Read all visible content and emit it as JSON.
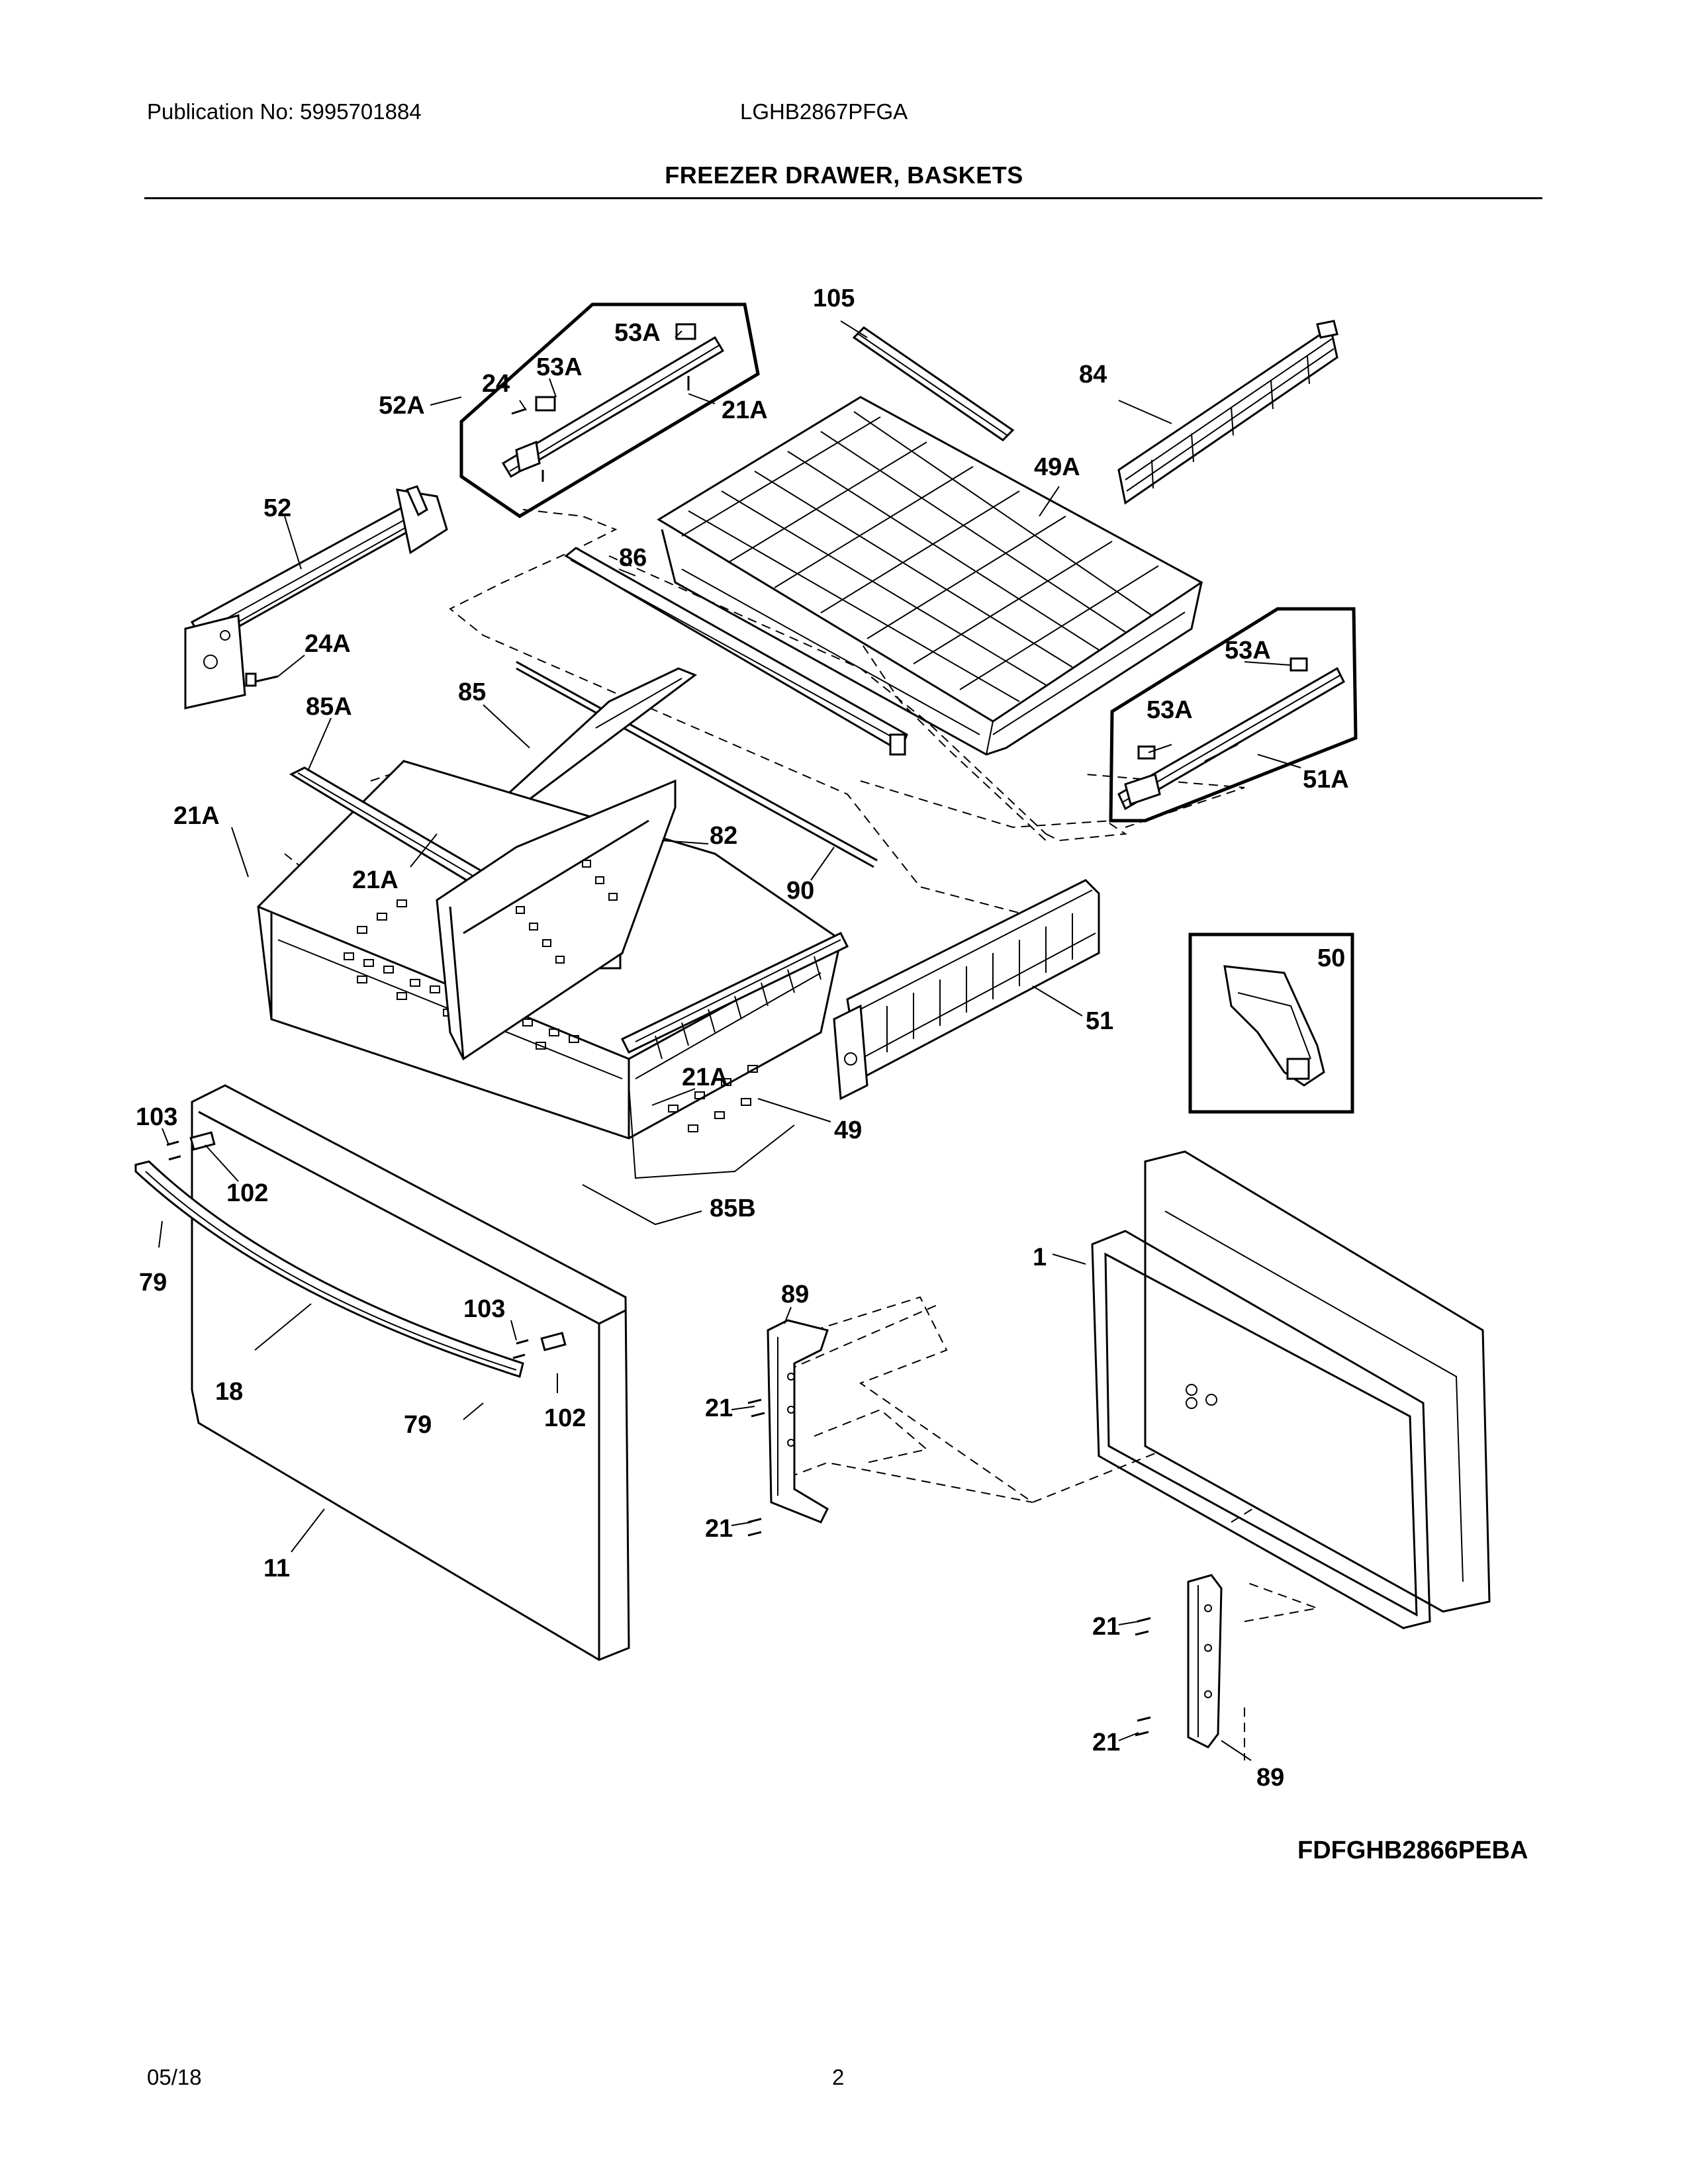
{
  "header": {
    "publication": "Publication No: 5995701884",
    "model": "LGHB2867PFGA",
    "title": "FREEZER DRAWER, BASKETS"
  },
  "callouts": [
    {
      "id": "105",
      "label": "105"
    },
    {
      "id": "53A-a",
      "label": "53A"
    },
    {
      "id": "24",
      "label": "24"
    },
    {
      "id": "53A-b",
      "label": "53A"
    },
    {
      "id": "52A",
      "label": "52A"
    },
    {
      "id": "21A-a",
      "label": "21A"
    },
    {
      "id": "84",
      "label": "84"
    },
    {
      "id": "49A",
      "label": "49A"
    },
    {
      "id": "52",
      "label": "52"
    },
    {
      "id": "86",
      "label": "86"
    },
    {
      "id": "24A",
      "label": "24A"
    },
    {
      "id": "53A-c",
      "label": "53A"
    },
    {
      "id": "53A-d",
      "label": "53A"
    },
    {
      "id": "51A",
      "label": "51A"
    },
    {
      "id": "85A",
      "label": "85A"
    },
    {
      "id": "85",
      "label": "85"
    },
    {
      "id": "21A-b",
      "label": "21A"
    },
    {
      "id": "82",
      "label": "82"
    },
    {
      "id": "21A-c",
      "label": "21A"
    },
    {
      "id": "90",
      "label": "90"
    },
    {
      "id": "50",
      "label": "50"
    },
    {
      "id": "51",
      "label": "51"
    },
    {
      "id": "103-a",
      "label": "103"
    },
    {
      "id": "21A-d",
      "label": "21A"
    },
    {
      "id": "49",
      "label": "49"
    },
    {
      "id": "102-a",
      "label": "102"
    },
    {
      "id": "85B",
      "label": "85B"
    },
    {
      "id": "79-a",
      "label": "79"
    },
    {
      "id": "1",
      "label": "1"
    },
    {
      "id": "89-a",
      "label": "89"
    },
    {
      "id": "103-b",
      "label": "103"
    },
    {
      "id": "18",
      "label": "18"
    },
    {
      "id": "79-b",
      "label": "79"
    },
    {
      "id": "102-b",
      "label": "102"
    },
    {
      "id": "21-a",
      "label": "21"
    },
    {
      "id": "21-b",
      "label": "21"
    },
    {
      "id": "11",
      "label": "11"
    },
    {
      "id": "21-c",
      "label": "21"
    },
    {
      "id": "21-d",
      "label": "21"
    },
    {
      "id": "89-b",
      "label": "89"
    }
  ],
  "footer": {
    "drawing_code": "FDFGHB2866PEBA",
    "date": "05/18",
    "page": "2"
  }
}
